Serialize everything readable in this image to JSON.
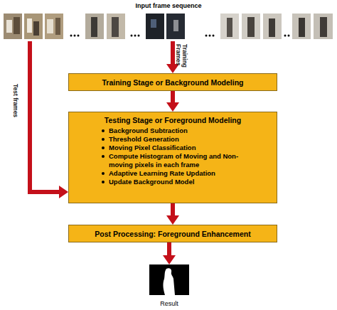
{
  "diagram": {
    "nodes": [
      {
        "text": [
          "Input frame sequence"
        ]
      },
      {
        "text": [
          "Training Stage or Background Modeling"
        ]
      },
      {
        "text": [
          "Testing Stage or Foreground Modeling",
          "Background Subtraction",
          "Threshold Generation",
          "Moving Pixel Classification",
          "Compute Histogram of Moving and Non-moving pixels in each frame",
          "Adaptive Learning Rate Updation",
          "Update Background Model"
        ]
      },
      {
        "text": [
          "Post Processing: Foreground Enhancement"
        ]
      },
      {
        "text": [
          "Result"
        ]
      }
    ],
    "edges": [
      {
        "from": 0,
        "to": 1,
        "label": "Training Frames",
        "arrow": "to"
      },
      {
        "from": 0,
        "to": 2,
        "label": "Test frames",
        "arrow": "to"
      },
      {
        "from": 1,
        "to": 2,
        "arrow": "to"
      },
      {
        "from": 2,
        "to": 3,
        "arrow": "to"
      },
      {
        "from": 3,
        "to": 4,
        "arrow": "to"
      }
    ]
  }
}
